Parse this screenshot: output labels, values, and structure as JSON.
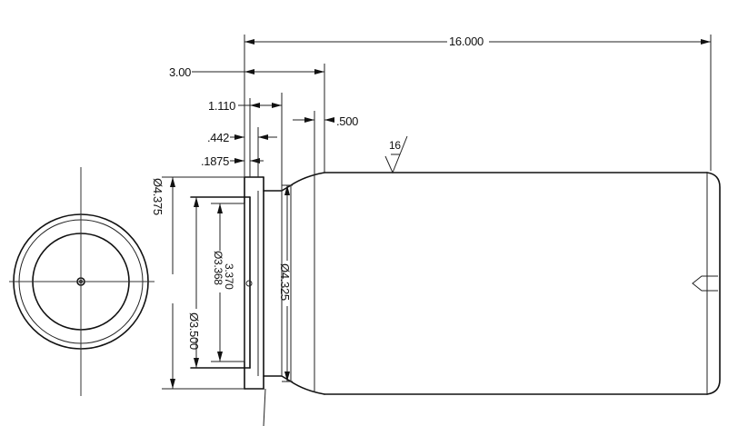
{
  "dimensions": {
    "overall_length": "16.000",
    "inner_step_length": "3.00",
    "bore_depth": "1.110",
    "groove_offset": ".442",
    "groove_width": ".1875",
    "taper_length": ".500",
    "outer_diameter": "4.375",
    "bore_diameter_max": "3.368",
    "bore_diameter_min": "3.370",
    "recess_diameter": "3.500",
    "neck_diameter": "4.325",
    "surface_finish": "16"
  },
  "symbols": {
    "diameter": "Ø"
  }
}
